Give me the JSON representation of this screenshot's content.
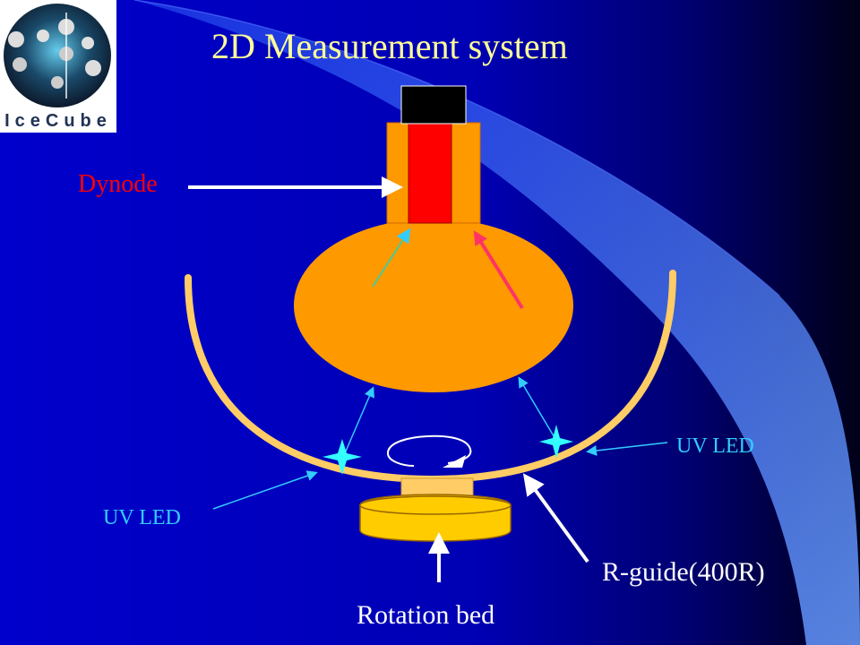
{
  "title": "2D Measurement system",
  "logo": {
    "text": "IceCube",
    "icon": "icecube-logo"
  },
  "labels": {
    "dynode": "Dynode",
    "uv_led_right": "UV LED",
    "uv_led_left": "UV LED",
    "r_guide": "R-guide(400R)",
    "rotation_bed": "Rotation bed"
  },
  "colors": {
    "background_main": "#0000cc",
    "background_dark": "#000022",
    "title": "#ffff99",
    "dynode_label": "#ff0000",
    "uv_led_label": "#33ccff",
    "white_label": "#ffffff",
    "pmt_body": "#ff9900",
    "dynode": "#ff0000",
    "pmt_cap": "#000000",
    "r_guide_arc": "#ffcc66",
    "rotation_bed_base": "#ffcc00",
    "rotation_bed_top": "#ffcc66",
    "led_star": "#33ffff",
    "photon_arrow": "#33ccff",
    "pink_arrow": "#ff3366"
  }
}
